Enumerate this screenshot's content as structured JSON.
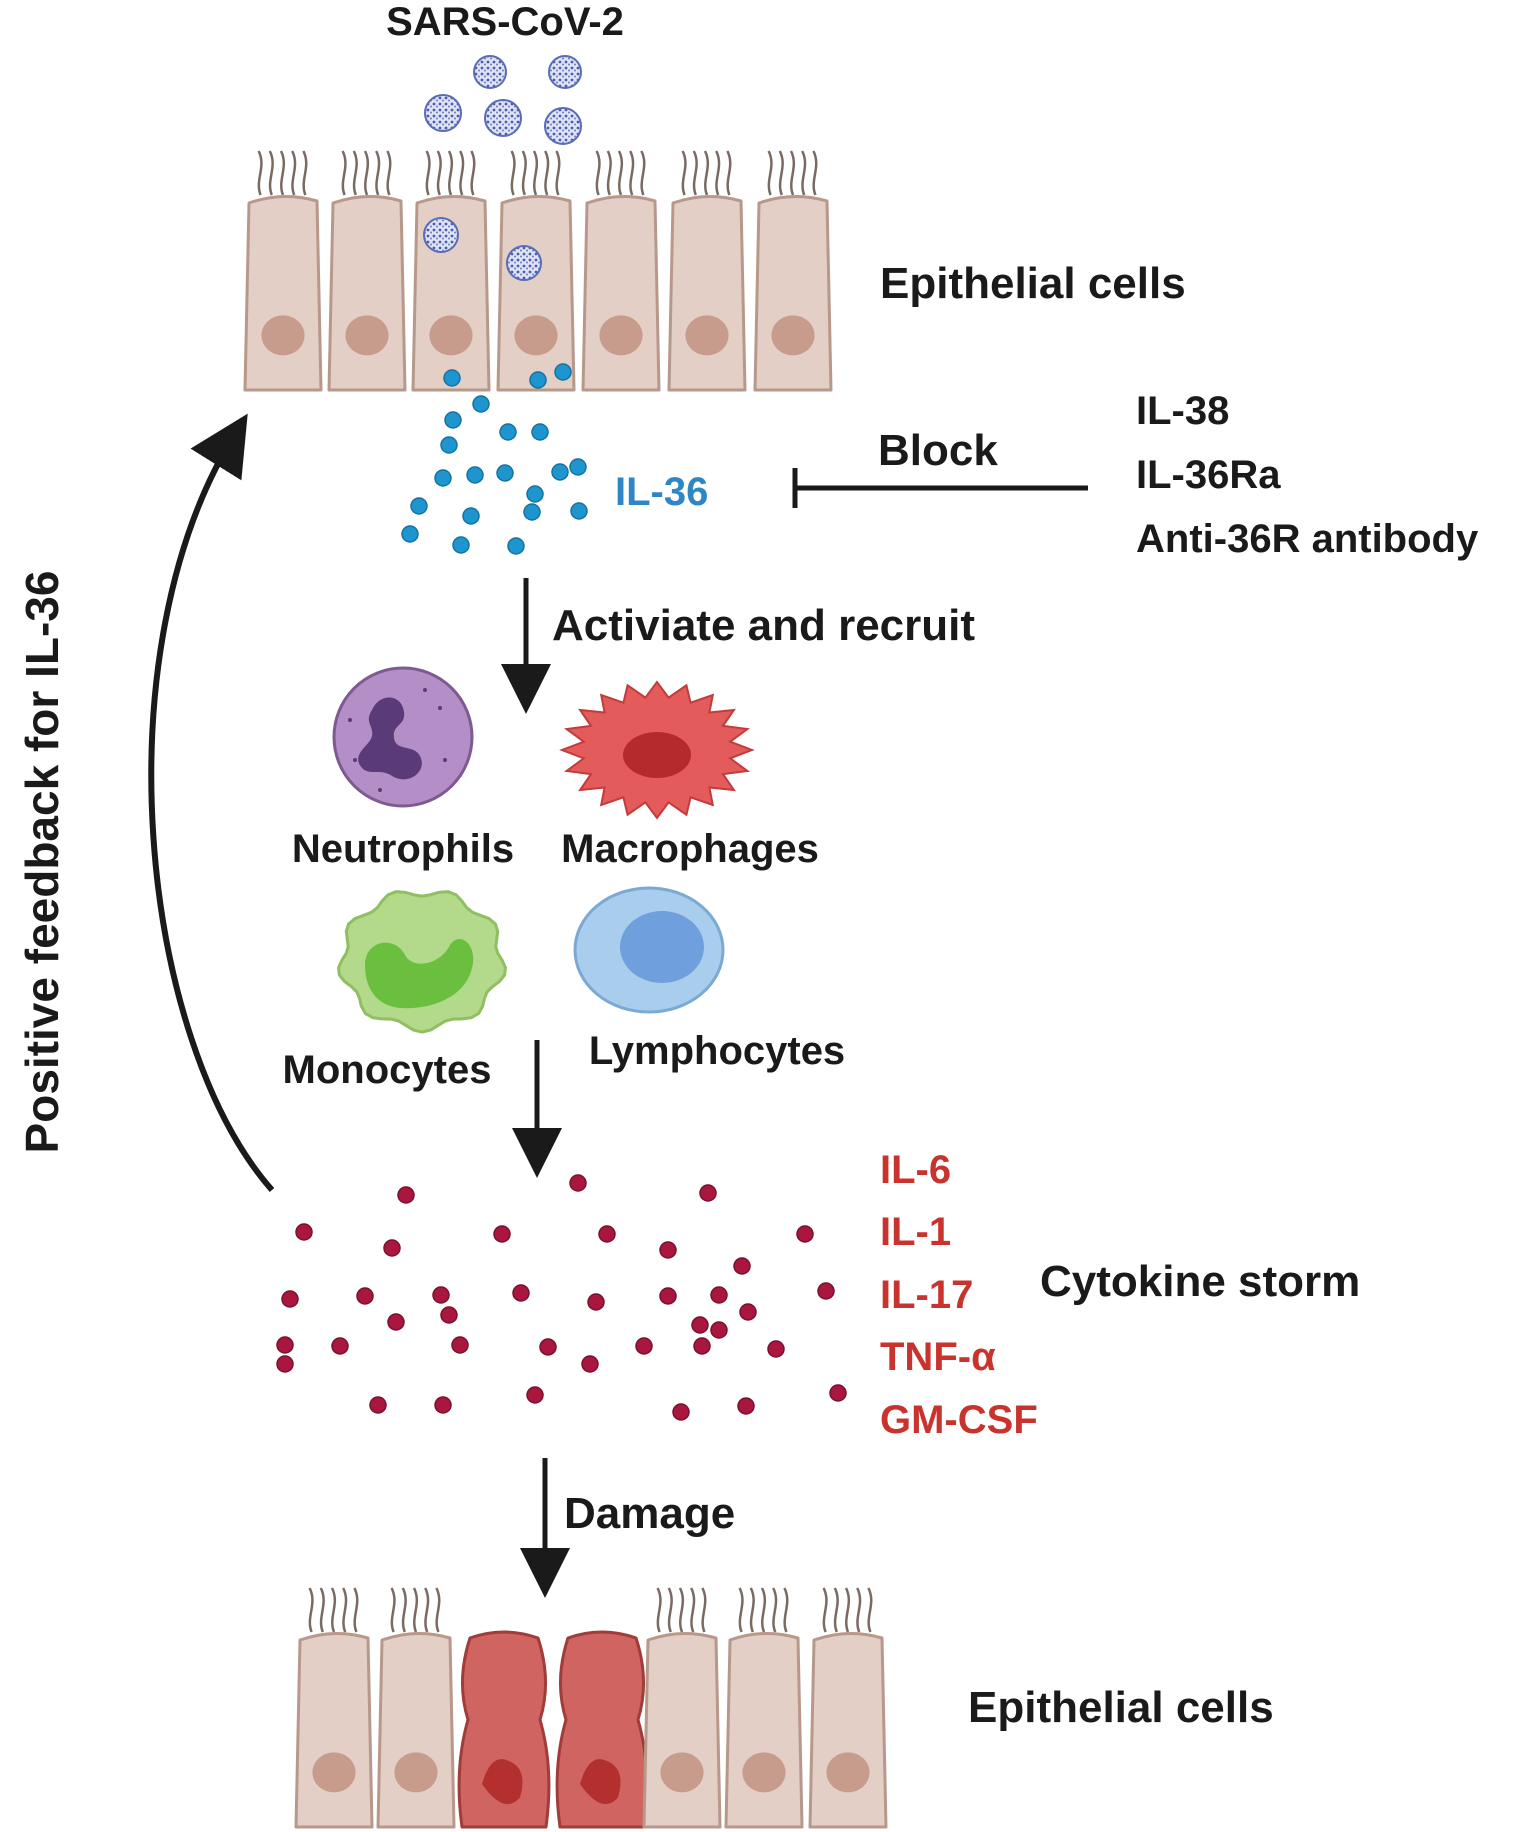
{
  "title": "SARS-CoV-2",
  "top_epithelium_label": "Epithelial cells",
  "bottom_epithelium_label": "Epithelial cells",
  "il36_label": "IL-36",
  "block_label": "Block",
  "blockers": [
    "IL-38",
    "IL-36Ra",
    "Anti-36R antibody"
  ],
  "activate_label": "Activiate and recruit",
  "immune_cells": {
    "neutrophils": "Neutrophils",
    "macrophages": "Macrophages",
    "monocytes": "Monocytes",
    "lymphocytes": "Lymphocytes"
  },
  "cytokines": [
    "IL-6",
    "IL-1",
    "IL-17",
    "TNF-α",
    "GM-CSF"
  ],
  "cytokine_storm_label": "Cytokine storm",
  "damage_label": "Damage",
  "feedback_label": "Positive feedback for IL-36",
  "colors": {
    "text": "#1a1a1a",
    "il36": "#2f86c4",
    "cytokine_text": "#c9332e",
    "cell_fill": "#e3cfc6",
    "cell_stroke": "#b8988b",
    "nucleus": "#c79c8c",
    "damaged_cell": "#cf6461",
    "il36_dot": "#1f95cf",
    "cytokine_dot": "#a9173f",
    "virus": "#5a6cb8",
    "neutrophil": "#b48ec6",
    "macrophage": "#e35b5b",
    "monocyte": "#b3d98a",
    "lymphocyte": "#a9cdec"
  }
}
